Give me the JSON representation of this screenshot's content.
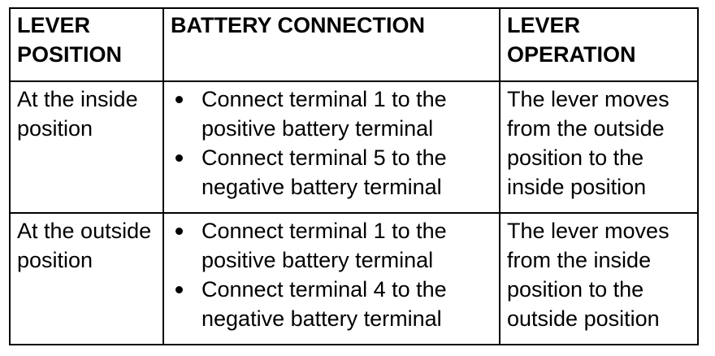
{
  "table": {
    "headers": [
      "LEVER POSITION",
      "BATTERY CONNECTION",
      "LEVER OPERATION"
    ],
    "rows": [
      {
        "position": "At the inside position",
        "connections": [
          "Connect terminal 1 to the positive battery terminal",
          "Connect terminal 5 to the negative battery terminal"
        ],
        "operation": "The lever moves from the outside position to the inside position"
      },
      {
        "position": "At the outside position",
        "connections": [
          "Connect terminal 1 to the positive battery terminal",
          "Connect terminal 4 to the negative battery terminal"
        ],
        "operation": "The lever moves from the inside position to the outside position"
      }
    ]
  }
}
